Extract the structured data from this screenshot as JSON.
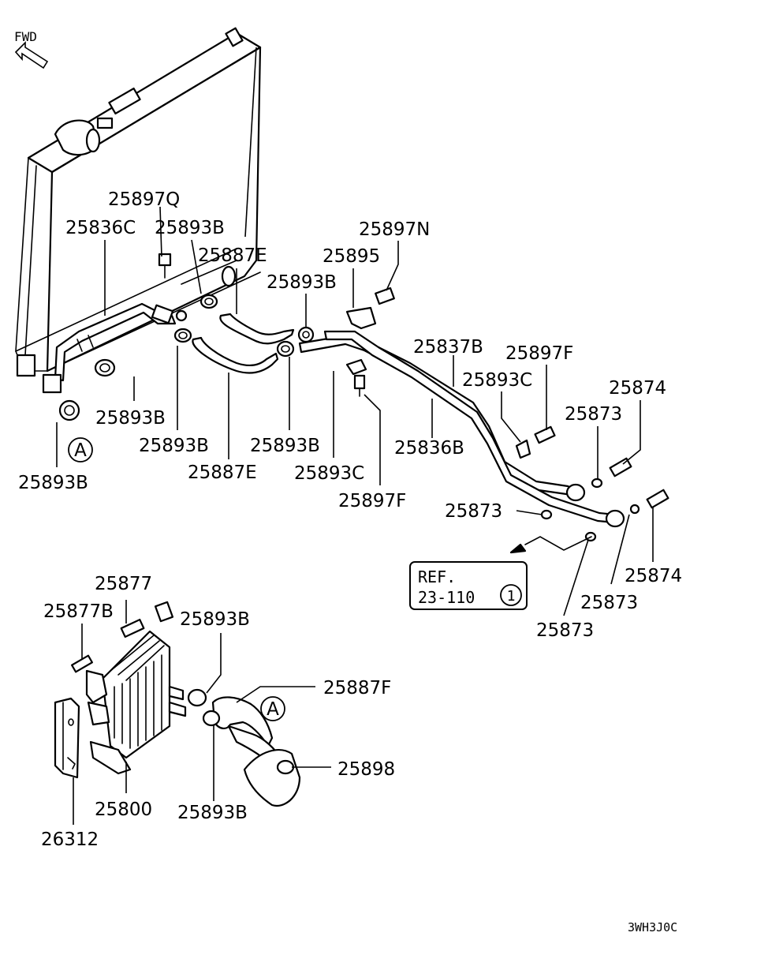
{
  "fwd_label": "FWD",
  "labels": [
    {
      "id": "l1",
      "text": "25897Q"
    },
    {
      "id": "l2",
      "text": "25836C"
    },
    {
      "id": "l3",
      "text": "25893B"
    },
    {
      "id": "l4",
      "text": "25887E"
    },
    {
      "id": "l5",
      "text": "25893B"
    },
    {
      "id": "l6",
      "text": "25897N"
    },
    {
      "id": "l7",
      "text": "25895"
    },
    {
      "id": "l8",
      "text": "25837B"
    },
    {
      "id": "l9",
      "text": "25897F"
    },
    {
      "id": "l10",
      "text": "25893C"
    },
    {
      "id": "l11",
      "text": "25874"
    },
    {
      "id": "l12",
      "text": "25873"
    },
    {
      "id": "l13",
      "text": "25893B"
    },
    {
      "id": "l14",
      "text": "25893B"
    },
    {
      "id": "l15",
      "text": "25893B"
    },
    {
      "id": "l16",
      "text": "25836B"
    },
    {
      "id": "l17",
      "text": "25887E"
    },
    {
      "id": "l18",
      "text": "25893C"
    },
    {
      "id": "l19",
      "text": "25897F"
    },
    {
      "id": "l20",
      "text": "25893B"
    },
    {
      "id": "l21",
      "text": "25873"
    },
    {
      "id": "l22",
      "text": "25874"
    },
    {
      "id": "l23",
      "text": "25873"
    },
    {
      "id": "l24",
      "text": "25873"
    },
    {
      "id": "l25",
      "text": "25877"
    },
    {
      "id": "l26",
      "text": "25877B"
    },
    {
      "id": "l27",
      "text": "25893B"
    },
    {
      "id": "l28",
      "text": "25887F"
    },
    {
      "id": "l29",
      "text": "25898"
    },
    {
      "id": "l30",
      "text": "25800"
    },
    {
      "id": "l31",
      "text": "25893B"
    },
    {
      "id": "l32",
      "text": "26312"
    }
  ],
  "ref_box": {
    "line1": "REF.",
    "line2": "23-110",
    "circle": "1"
  },
  "connector_label": "A",
  "code": "3WH3J0C"
}
